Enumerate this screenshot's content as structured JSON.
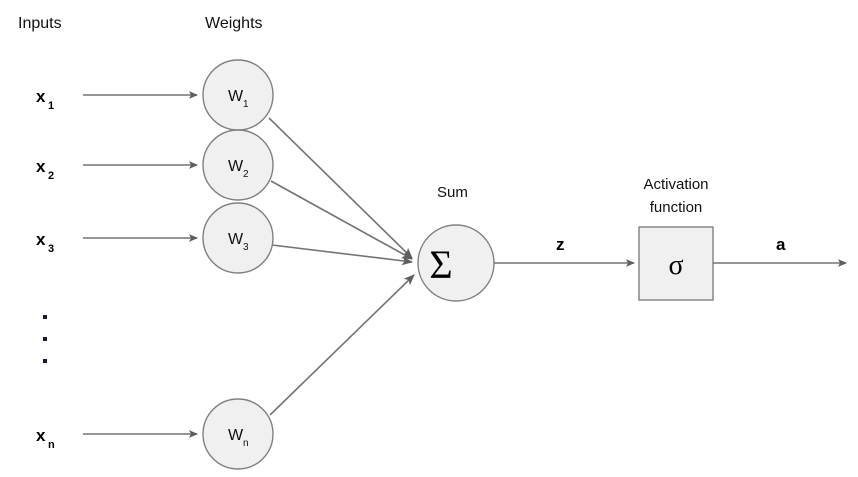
{
  "diagram": {
    "title_inputs": "Inputs",
    "title_weights": "Weights",
    "label_sum": "Sum",
    "label_activation_line1": "Activation",
    "label_activation_line2": "function",
    "label_z": "z",
    "label_a": "a",
    "sigma_glyph": "Σ",
    "sigmoid_glyph": "σ",
    "colors": {
      "node_fill": "#f0f0f0",
      "node_stroke": "#808080",
      "line_stroke": "#737373",
      "text": "#111111",
      "background": "#ffffff"
    },
    "inputs": [
      {
        "base": "x",
        "sub": "1"
      },
      {
        "base": "x",
        "sub": "2"
      },
      {
        "base": "x",
        "sub": "3"
      },
      {
        "base": "x",
        "sub": "n"
      }
    ],
    "weights": [
      {
        "base": "W",
        "sub": "1"
      },
      {
        "base": "W",
        "sub": "2"
      },
      {
        "base": "W",
        "sub": "3"
      },
      {
        "base": "W",
        "sub": "n"
      }
    ],
    "ellipsis_count": 3
  }
}
